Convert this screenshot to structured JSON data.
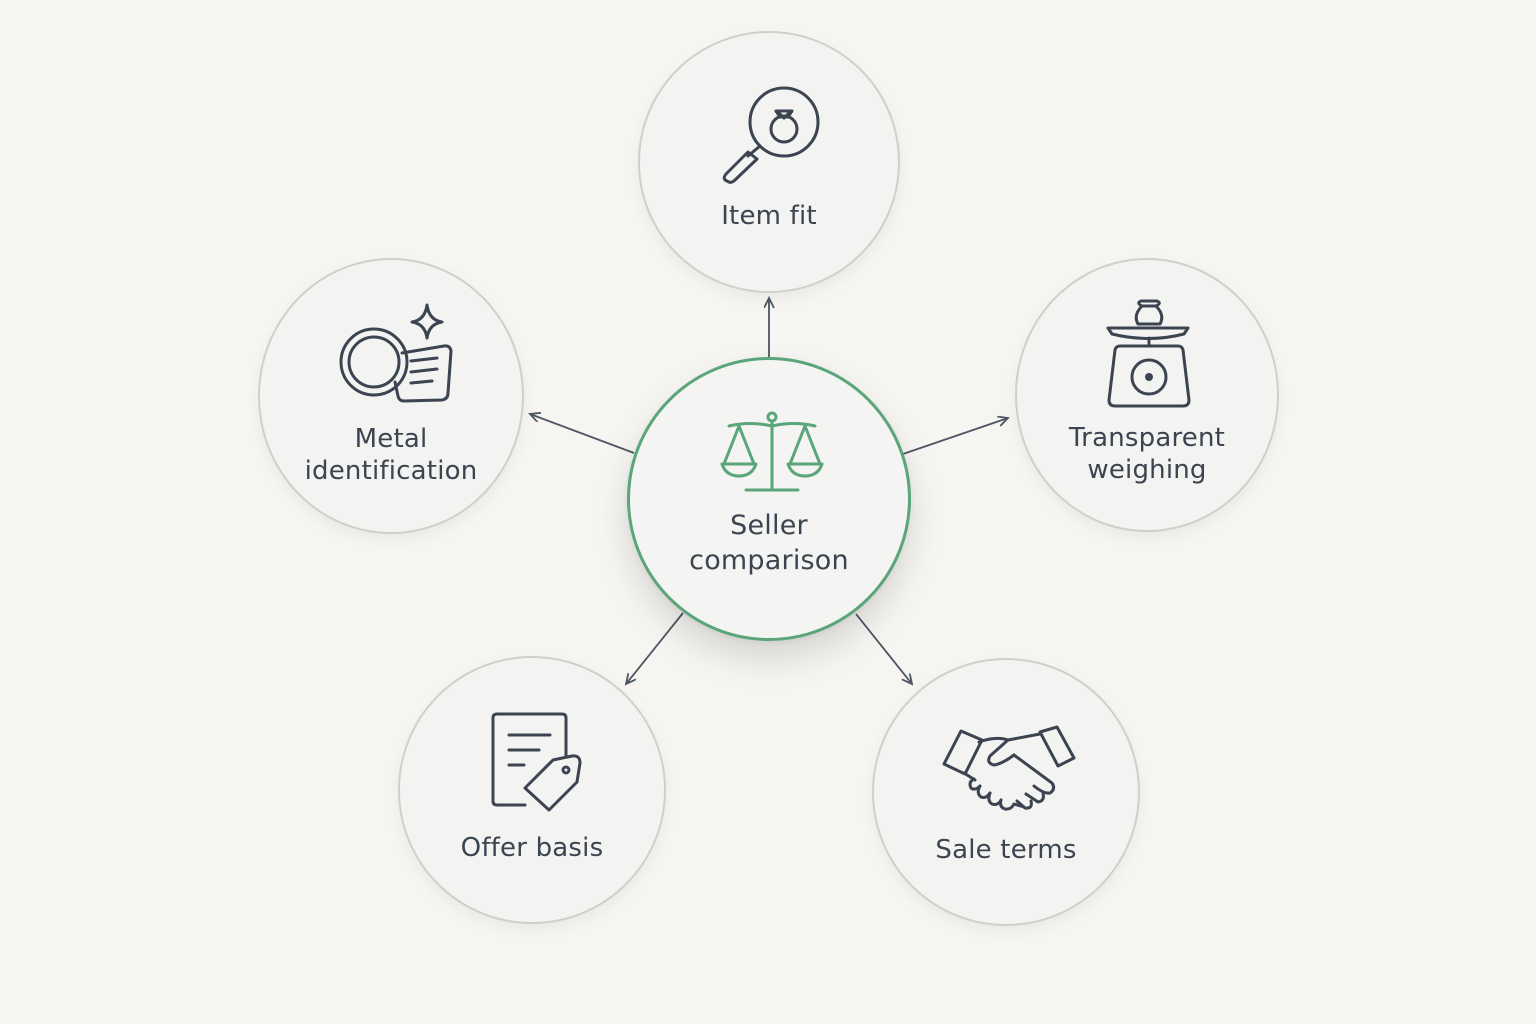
{
  "center": {
    "label_line1": "Seller",
    "label_line2": "comparison",
    "icon": "balance-scale-icon",
    "accent_color": "#5aa579"
  },
  "nodes": {
    "item_fit": {
      "label": "Item fit",
      "icon": "magnifier-ring-icon"
    },
    "transparent_weighing": {
      "label_line1": "Transparent",
      "label_line2": "weighing",
      "icon": "weighing-scale-icon"
    },
    "sale_terms": {
      "label": "Sale terms",
      "icon": "handshake-icon"
    },
    "offer_basis": {
      "label": "Offer basis",
      "icon": "document-price-tag-icon"
    },
    "metal_identification": {
      "label_line1": "Metal",
      "label_line2": "identification",
      "icon": "coin-certificate-sparkle-icon"
    }
  },
  "colors": {
    "background": "#f6f5f1",
    "node_border": "#cfcfcc",
    "icon_stroke": "#3b4450",
    "arrow": "#4d5662"
  }
}
